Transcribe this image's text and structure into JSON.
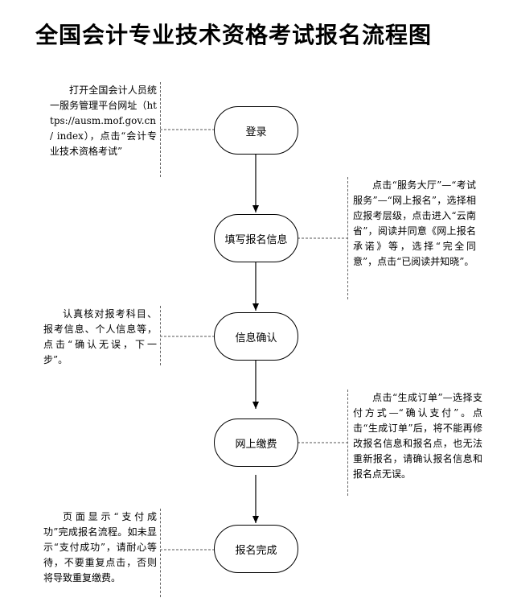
{
  "title": "全国会计专业技术资格考试报名流程图",
  "steps": [
    {
      "label": "登录"
    },
    {
      "label": "填写报名信息"
    },
    {
      "label": "信息确认"
    },
    {
      "label": "网上缴费"
    },
    {
      "label": "报名完成"
    }
  ],
  "notes": {
    "login": "打开全国会计人员统一服务管理平台网址（https://ausm.mof.gov.cn / index），点击“会计专业技术资格考试”",
    "fill": "点击“服务大厅”—“考试服务”—“网上报名”，选择相应报考层级，点击进入“云南省”，阅读并同意《网上报名承诺》等，选择“完全同意”，点击“已阅读并知晓”。",
    "confirm": "认真核对报考科目、报考信息、个人信息等，点击“确认无误，下一步”。",
    "pay": "点击“生成订单”—选择支付方式—“确认支付”。点击“生成订单”后，将不能再修改报名信息和报名点，也无法重新报名，请确认报名信息和报名点无误。",
    "done": "页面显示“支付成功”完成报名流程。如未显示“支付成功”，请耐心等待，不要重复点击，否则将导致重复缴费。"
  }
}
